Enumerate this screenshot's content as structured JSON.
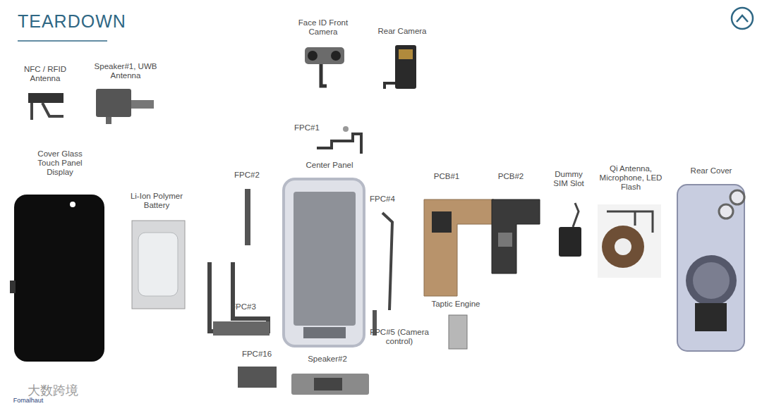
{
  "diagram": {
    "title": "TEARDOWN",
    "labels": [
      "Face ID Front Camera",
      "Rear Camera",
      "NFC / RFID Antenna",
      "Speaker#1, UWB Antenna",
      "FPC#1",
      "Cover Glass Touch Panel Display",
      "Li-Ion Polymer Battery",
      "FPC#2",
      "Center Panel",
      "FPC#4",
      "PCB#1",
      "PCB#2",
      "Dummy SIM Slot",
      "Qi Antenna, Microphone, LED Flash",
      "Rear Cover",
      "FPC#3",
      "Taptic Engine",
      "FPC#5 (Camera control)",
      "FPC#16",
      "Speaker#2",
      "大数跨境",
      "Fomalhaut"
    ]
  }
}
